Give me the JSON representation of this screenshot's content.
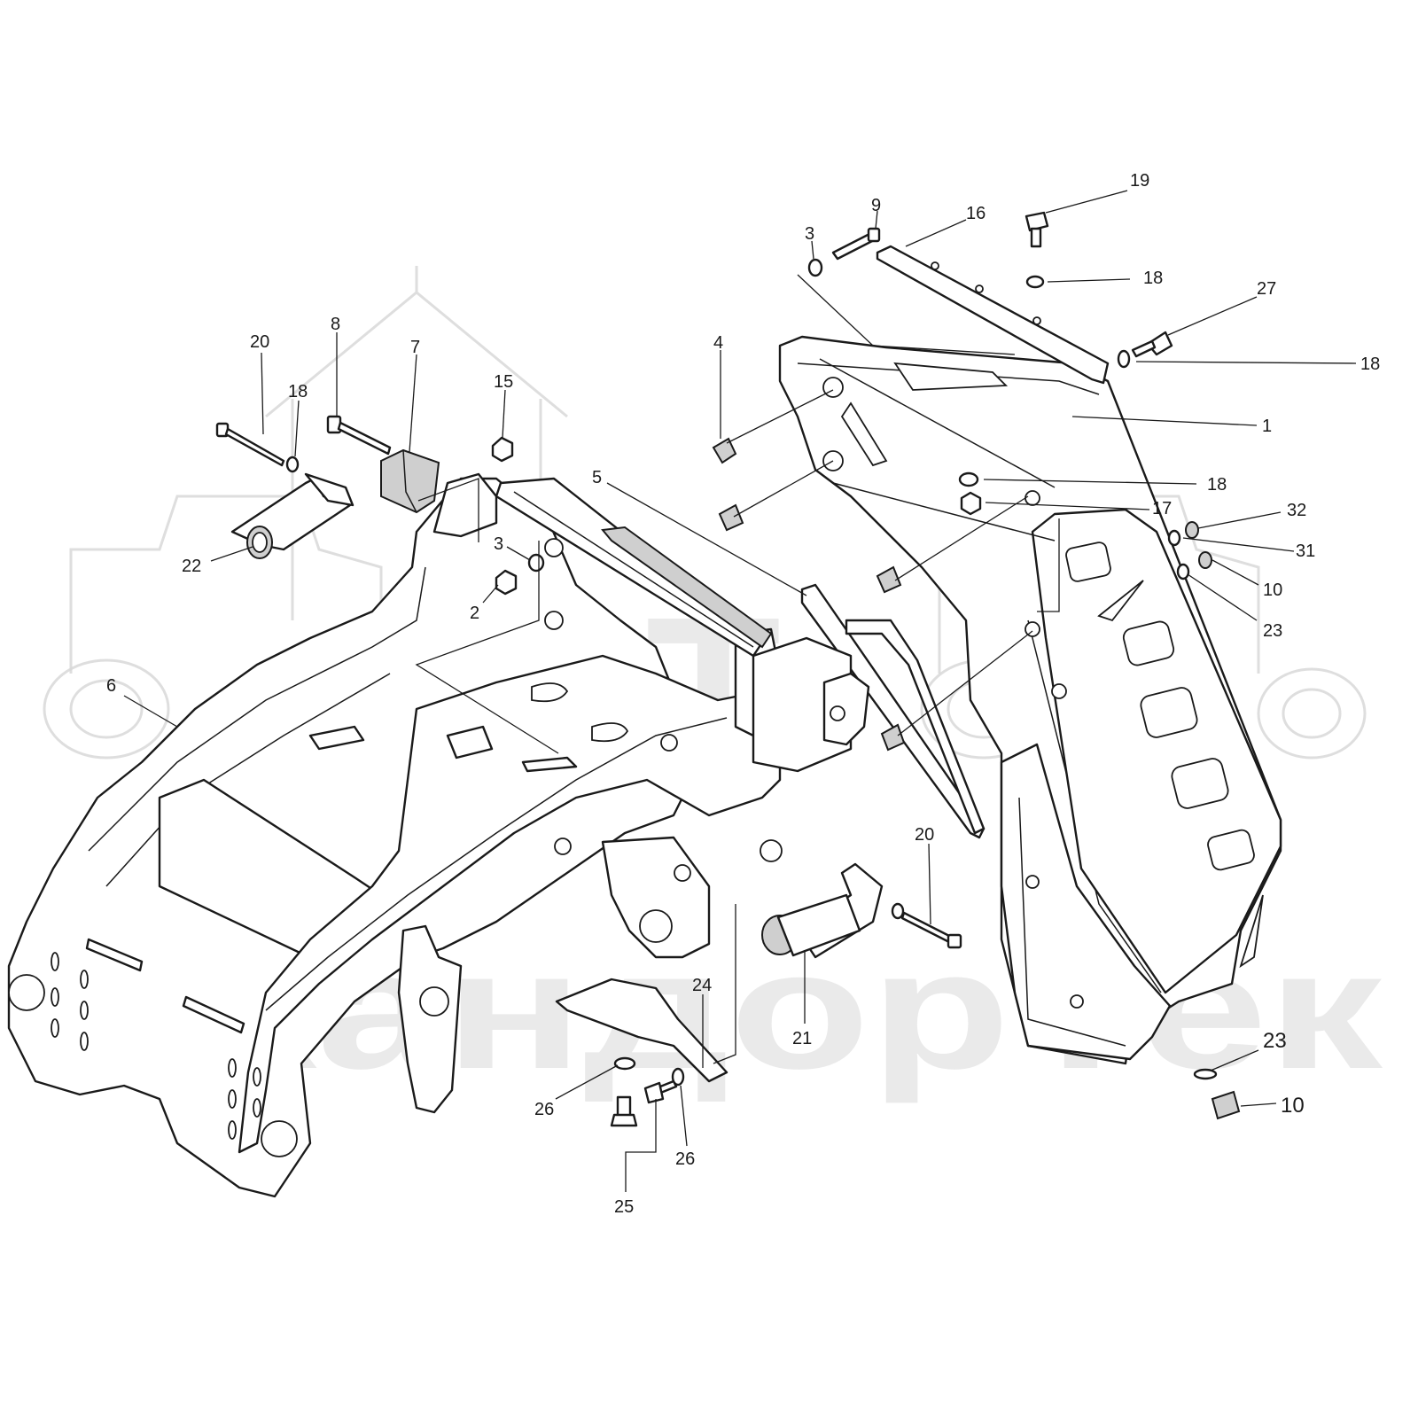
{
  "watermark": {
    "brand": "SPT",
    "company": "СкандорТек"
  },
  "callouts": [
    {
      "id": "c19",
      "text": "19"
    },
    {
      "id": "c9",
      "text": "9"
    },
    {
      "id": "c16",
      "text": "16"
    },
    {
      "id": "c3a",
      "text": "3"
    },
    {
      "id": "c18a",
      "text": "18"
    },
    {
      "id": "c27",
      "text": "27"
    },
    {
      "id": "c18b",
      "text": "18"
    },
    {
      "id": "c1",
      "text": "1"
    },
    {
      "id": "c18c",
      "text": "18"
    },
    {
      "id": "c17",
      "text": "17"
    },
    {
      "id": "c32",
      "text": "32"
    },
    {
      "id": "c31",
      "text": "31"
    },
    {
      "id": "c10a",
      "text": "10"
    },
    {
      "id": "c23a",
      "text": "23"
    },
    {
      "id": "c20a",
      "text": "20"
    },
    {
      "id": "c8",
      "text": "8"
    },
    {
      "id": "c7",
      "text": "7"
    },
    {
      "id": "c18d",
      "text": "18"
    },
    {
      "id": "c15",
      "text": "15"
    },
    {
      "id": "c4",
      "text": "4"
    },
    {
      "id": "c5",
      "text": "5"
    },
    {
      "id": "c3b",
      "text": "3"
    },
    {
      "id": "c2",
      "text": "2"
    },
    {
      "id": "c22",
      "text": "22"
    },
    {
      "id": "c6",
      "text": "6"
    },
    {
      "id": "c20b",
      "text": "20"
    },
    {
      "id": "c21",
      "text": "21"
    },
    {
      "id": "c24",
      "text": "24"
    },
    {
      "id": "c26a",
      "text": "26"
    },
    {
      "id": "c26b",
      "text": "26"
    },
    {
      "id": "c25",
      "text": "25"
    },
    {
      "id": "c23b",
      "text": "23"
    },
    {
      "id": "c10b",
      "text": "10"
    }
  ]
}
